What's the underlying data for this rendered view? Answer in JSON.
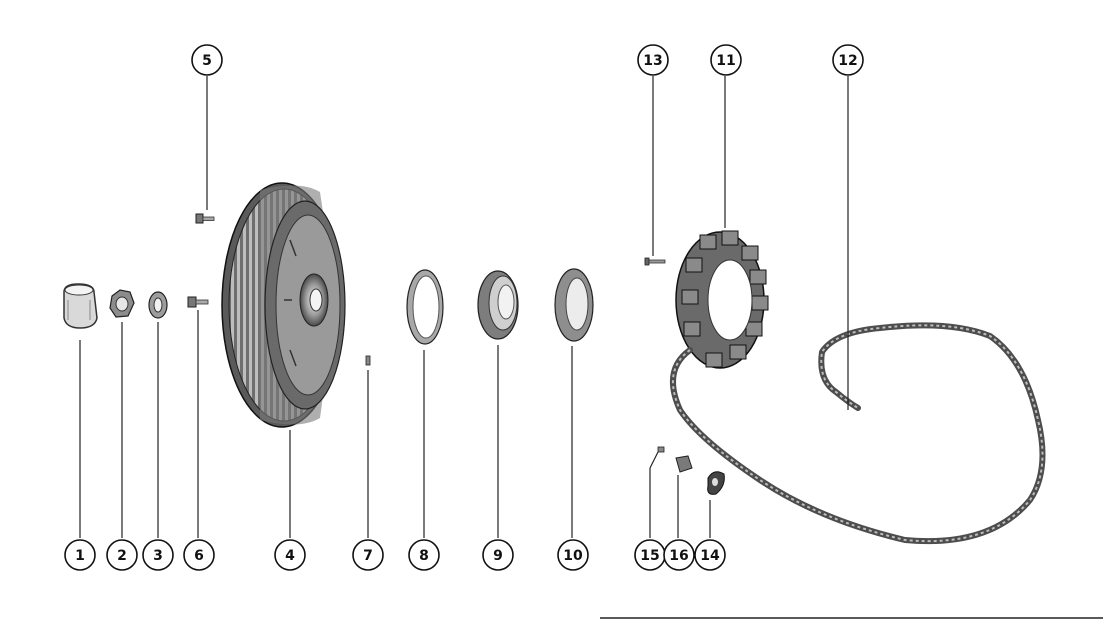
{
  "diagram": {
    "type": "exploded-parts-view",
    "callouts": [
      {
        "id": "c1",
        "label": "1"
      },
      {
        "id": "c2",
        "label": "2"
      },
      {
        "id": "c3",
        "label": "3"
      },
      {
        "id": "c6",
        "label": "6"
      },
      {
        "id": "c4",
        "label": "4"
      },
      {
        "id": "c7",
        "label": "7"
      },
      {
        "id": "c8",
        "label": "8"
      },
      {
        "id": "c9",
        "label": "9"
      },
      {
        "id": "c10",
        "label": "10"
      },
      {
        "id": "c15",
        "label": "15"
      },
      {
        "id": "c16",
        "label": "16"
      },
      {
        "id": "c14",
        "label": "14"
      },
      {
        "id": "c5",
        "label": "5"
      },
      {
        "id": "c13",
        "label": "13"
      },
      {
        "id": "c11",
        "label": "11"
      },
      {
        "id": "c12",
        "label": "12"
      }
    ]
  }
}
